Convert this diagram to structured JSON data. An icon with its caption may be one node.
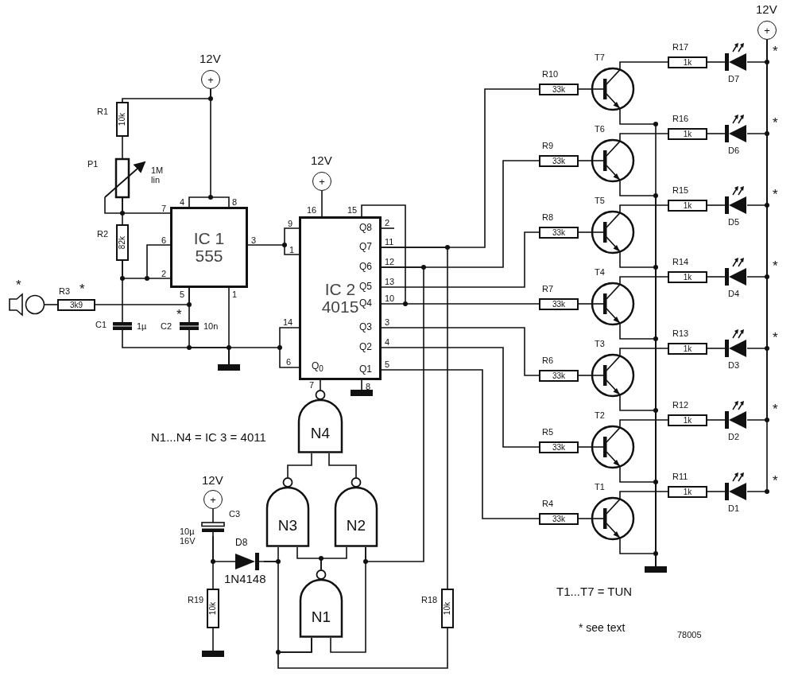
{
  "diagram": {
    "nodes": [
      {
        "text": [
          "+"
        ],
        "beside": [
          "12V"
        ]
      },
      {
        "text": [
          "10k"
        ],
        "beside": [
          "R1"
        ]
      },
      {
        "text": [],
        "shape": "box",
        "beside": [
          "P1",
          "1M lin"
        ]
      },
      {
        "text": [
          "82k"
        ],
        "beside": [
          "R2"
        ]
      },
      {
        "text": [
          "IC 1",
          "555"
        ]
      },
      {
        "text": [],
        "shape": "jack",
        "beside": [
          "*"
        ]
      },
      {
        "text": [
          "3k9"
        ],
        "beside": [
          "R3",
          "*"
        ]
      },
      {
        "text": [],
        "shape": "capacitor",
        "beside": [
          "C1",
          "1µ"
        ]
      },
      {
        "text": [],
        "shape": "capacitor",
        "beside": [
          "*",
          "C2",
          "10n"
        ]
      },
      {
        "text": [],
        "shape": "bar"
      },
      {
        "text": [
          "+"
        ],
        "beside": [
          "12V"
        ]
      },
      {
        "text": [
          "IC 2",
          "4015"
        ]
      },
      {
        "text": [],
        "shape": "bar"
      },
      {
        "text": [
          "N4"
        ]
      },
      {
        "text": [
          "N3"
        ]
      },
      {
        "text": [
          "N2"
        ]
      },
      {
        "text": [
          "N1"
        ]
      },
      {
        "text": [
          "+"
        ],
        "beside": [
          "12V"
        ]
      },
      {
        "text": [],
        "shape": "capacitor",
        "beside": [
          "C3",
          "10µ 16V"
        ]
      },
      {
        "text": [],
        "shape": "diode",
        "beside": [
          "D8",
          "1N4148"
        ]
      },
      {
        "text": [
          "10k"
        ],
        "beside": [
          "R19"
        ]
      },
      {
        "text": [],
        "shape": "bar"
      },
      {
        "text": [
          "10k"
        ],
        "beside": [
          "R18"
        ]
      },
      {
        "text": [
          "+"
        ],
        "beside": [
          "12V"
        ]
      },
      {
        "text": [
          "33k"
        ],
        "beside": [
          "R10"
        ]
      },
      {
        "text": [],
        "shape": "circle",
        "beside": [
          "T7"
        ]
      },
      {
        "text": [
          "1k"
        ],
        "beside": [
          "R17"
        ]
      },
      {
        "text": [],
        "shape": "led",
        "beside": [
          "D7"
        ]
      },
      {
        "text": [
          "33k"
        ],
        "beside": [
          "R9"
        ]
      },
      {
        "text": [],
        "shape": "circle",
        "beside": [
          "T6"
        ]
      },
      {
        "text": [
          "1k"
        ],
        "beside": [
          "R16"
        ]
      },
      {
        "text": [],
        "shape": "led",
        "beside": [
          "D6"
        ]
      },
      {
        "text": [
          "33k"
        ],
        "beside": [
          "R8"
        ]
      },
      {
        "text": [],
        "shape": "circle",
        "beside": [
          "T5"
        ]
      },
      {
        "text": [
          "1k"
        ],
        "beside": [
          "R15"
        ]
      },
      {
        "text": [],
        "shape": "led",
        "beside": [
          "D5"
        ]
      },
      {
        "text": [
          "33k"
        ],
        "beside": [
          "R7"
        ]
      },
      {
        "text": [],
        "shape": "circle",
        "beside": [
          "T4"
        ]
      },
      {
        "text": [
          "1k"
        ],
        "beside": [
          "R14"
        ]
      },
      {
        "text": [],
        "shape": "led",
        "beside": [
          "D4"
        ]
      },
      {
        "text": [
          "33k"
        ],
        "beside": [
          "R6"
        ]
      },
      {
        "text": [],
        "shape": "circle",
        "beside": [
          "T3"
        ]
      },
      {
        "text": [
          "1k"
        ],
        "beside": [
          "R13"
        ]
      },
      {
        "text": [],
        "shape": "led",
        "beside": [
          "D3"
        ]
      },
      {
        "text": [
          "33k"
        ],
        "beside": [
          "R5"
        ]
      },
      {
        "text": [],
        "shape": "circle",
        "beside": [
          "T2"
        ]
      },
      {
        "text": [
          "1k"
        ],
        "beside": [
          "R12"
        ]
      },
      {
        "text": [],
        "shape": "led",
        "beside": [
          "D2"
        ]
      },
      {
        "text": [
          "33k"
        ],
        "beside": [
          "R4"
        ]
      },
      {
        "text": [],
        "shape": "circle",
        "beside": [
          "T1"
        ]
      },
      {
        "text": [
          "1k"
        ],
        "beside": [
          "R11"
        ]
      },
      {
        "text": [],
        "shape": "led",
        "beside": [
          "D1"
        ]
      },
      {
        "text": [],
        "shape": "bar"
      }
    ],
    "edges": [
      {
        "from": 0,
        "to": 1,
        "arrow": "none"
      },
      {
        "from": 0,
        "to": 4,
        "arrow": "none"
      },
      {
        "from": 1,
        "to": 2,
        "arrow": "none"
      },
      {
        "from": 2,
        "to": 3,
        "arrow": "none"
      },
      {
        "from": 2,
        "to": 4,
        "arrow": "none"
      },
      {
        "from": 3,
        "to": 4,
        "arrow": "none"
      },
      {
        "from": 3,
        "to": 7,
        "arrow": "none"
      },
      {
        "from": 5,
        "to": 6,
        "arrow": "none"
      },
      {
        "from": 6,
        "to": 4,
        "arrow": "none"
      },
      {
        "from": 4,
        "to": 8,
        "arrow": "none"
      },
      {
        "from": 7,
        "to": 9,
        "arrow": "none"
      },
      {
        "from": 8,
        "to": 9,
        "arrow": "none"
      },
      {
        "from": 4,
        "to": 9,
        "arrow": "none"
      },
      {
        "from": 11,
        "to": 9,
        "arrow": "none"
      },
      {
        "from": 4,
        "to": 11,
        "arrow": "none"
      },
      {
        "from": 10,
        "to": 11,
        "arrow": "none"
      },
      {
        "from": 11,
        "to": 12,
        "arrow": "none"
      },
      {
        "from": 13,
        "to": 11,
        "arrow": "none"
      },
      {
        "from": 14,
        "to": 13,
        "arrow": "none"
      },
      {
        "from": 15,
        "to": 13,
        "arrow": "none"
      },
      {
        "from": 19,
        "to": 14,
        "arrow": "none"
      },
      {
        "from": 19,
        "to": 16,
        "arrow": "none"
      },
      {
        "from": 16,
        "to": 22,
        "arrow": "none"
      },
      {
        "from": 16,
        "to": 14,
        "arrow": "none"
      },
      {
        "from": 16,
        "to": 15,
        "arrow": "none"
      },
      {
        "from": 15,
        "to": 16,
        "arrow": "none"
      },
      {
        "from": 11,
        "to": 15,
        "arrow": "none"
      },
      {
        "from": 11,
        "to": 22,
        "arrow": "none"
      },
      {
        "from": 17,
        "to": 18,
        "arrow": "none"
      },
      {
        "from": 18,
        "to": 19,
        "arrow": "none"
      },
      {
        "from": 18,
        "to": 20,
        "arrow": "none"
      },
      {
        "from": 20,
        "to": 21,
        "arrow": "none"
      },
      {
        "from": 11,
        "to": 24,
        "arrow": "none"
      },
      {
        "from": 11,
        "to": 28,
        "arrow": "none"
      },
      {
        "from": 11,
        "to": 32,
        "arrow": "none"
      },
      {
        "from": 11,
        "to": 36,
        "arrow": "none"
      },
      {
        "from": 11,
        "to": 40,
        "arrow": "none"
      },
      {
        "from": 11,
        "to": 44,
        "arrow": "none"
      },
      {
        "from": 11,
        "to": 48,
        "arrow": "none"
      },
      {
        "from": 24,
        "to": 25,
        "arrow": "none"
      },
      {
        "from": 25,
        "to": 26,
        "arrow": "none"
      },
      {
        "from": 26,
        "to": 27,
        "arrow": "none"
      },
      {
        "from": 27,
        "to": 23,
        "arrow": "none"
      },
      {
        "from": 25,
        "to": 52,
        "arrow": "none"
      },
      {
        "from": 28,
        "to": 29,
        "arrow": "none"
      },
      {
        "from": 29,
        "to": 30,
        "arrow": "none"
      },
      {
        "from": 30,
        "to": 31,
        "arrow": "none"
      },
      {
        "from": 31,
        "to": 23,
        "arrow": "none"
      },
      {
        "from": 29,
        "to": 52,
        "arrow": "none"
      },
      {
        "from": 32,
        "to": 33,
        "arrow": "none"
      },
      {
        "from": 33,
        "to": 34,
        "arrow": "none"
      },
      {
        "from": 34,
        "to": 35,
        "arrow": "none"
      },
      {
        "from": 35,
        "to": 23,
        "arrow": "none"
      },
      {
        "from": 33,
        "to": 52,
        "arrow": "none"
      },
      {
        "from": 36,
        "to": 37,
        "arrow": "none"
      },
      {
        "from": 37,
        "to": 38,
        "arrow": "none"
      },
      {
        "from": 38,
        "to": 39,
        "arrow": "none"
      },
      {
        "from": 39,
        "to": 23,
        "arrow": "none"
      },
      {
        "from": 37,
        "to": 52,
        "arrow": "none"
      },
      {
        "from": 40,
        "to": 41,
        "arrow": "none"
      },
      {
        "from": 41,
        "to": 42,
        "arrow": "none"
      },
      {
        "from": 42,
        "to": 43,
        "arrow": "none"
      },
      {
        "from": 43,
        "to": 23,
        "arrow": "none"
      },
      {
        "from": 41,
        "to": 52,
        "arrow": "none"
      },
      {
        "from": 44,
        "to": 45,
        "arrow": "none"
      },
      {
        "from": 45,
        "to": 46,
        "arrow": "none"
      },
      {
        "from": 46,
        "to": 47,
        "arrow": "none"
      },
      {
        "from": 47,
        "to": 23,
        "arrow": "none"
      },
      {
        "from": 45,
        "to": 52,
        "arrow": "none"
      },
      {
        "from": 48,
        "to": 49,
        "arrow": "none"
      },
      {
        "from": 49,
        "to": 50,
        "arrow": "none"
      },
      {
        "from": 50,
        "to": 51,
        "arrow": "none"
      },
      {
        "from": 51,
        "to": 23,
        "arrow": "none"
      },
      {
        "from": 49,
        "to": 52,
        "arrow": "none"
      }
    ],
    "labels": [
      "4",
      "8",
      "7",
      "6",
      "2",
      "3",
      "5",
      "1",
      "16",
      "15",
      "9",
      "1",
      "14",
      "6",
      "Q8",
      "2",
      "Q7",
      "11",
      "Q6",
      "12",
      "Q5",
      "13",
      "Q4",
      "10",
      "Q3",
      "3",
      "Q2",
      "4",
      "Q1",
      "5",
      "Q$_{0}$",
      "7",
      "8",
      "N1...N4 = IC 3 = 4011",
      "*",
      "*",
      "*",
      "*",
      "*",
      "*",
      "*",
      "T1...T7 = TUN",
      "* see text",
      "78005"
    ]
  }
}
